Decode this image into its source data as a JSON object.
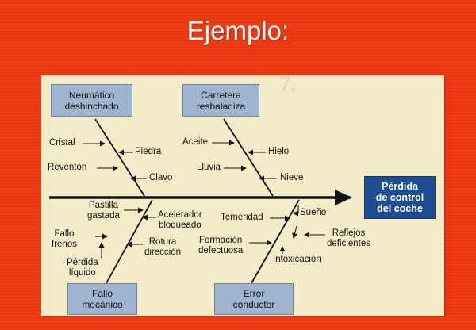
{
  "slide": {
    "title": "Ejemplo:"
  },
  "diagram": {
    "categories": {
      "tires": [
        "Neumático",
        "deshinchado"
      ],
      "road": [
        "Carretera",
        "resbaladiza"
      ],
      "mechanical": [
        "Fallo",
        "mecánico"
      ],
      "driver": [
        "Error",
        "conductor"
      ]
    },
    "effect": [
      "Pérdida",
      "de control",
      "del coche"
    ],
    "causes": {
      "cristal": "Cristal",
      "piedra": "Piedra",
      "reventon": "Reventón",
      "clavo": "Clavo",
      "aceite": "Aceite",
      "hielo": "Hielo",
      "lluvia": "Lluvia",
      "nieve": "Nieve",
      "pastilla": [
        "Pastilla",
        "gastada"
      ],
      "acelerador": [
        "Acelerador",
        "bloqueado"
      ],
      "fallo_frenos": [
        "Fallo",
        "frenos"
      ],
      "rotura": [
        "Rotura",
        "dirección"
      ],
      "perdida_liquido": [
        "Pérdida",
        "líquido"
      ],
      "temeridad": "Temeridad",
      "sueno": "Sueño",
      "formacion": [
        "Formación",
        "defectuosa"
      ],
      "reflejos": [
        "Reflejos",
        "deficientes"
      ],
      "intoxicacion": "Intoxicación"
    }
  },
  "colors": {
    "background": "#ee3a14",
    "panel": "#f4ecc9",
    "category_box": "#9eb4cf",
    "effect_box": "#1f4d94"
  }
}
